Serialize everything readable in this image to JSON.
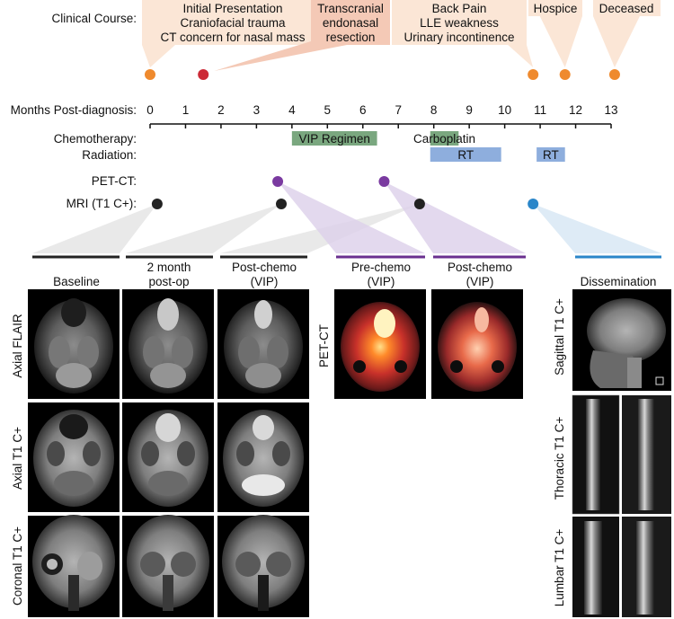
{
  "labels": {
    "clinical_course": "Clinical Course:",
    "months": "Months Post-diagnosis:",
    "chemotherapy": "Chemotherapy:",
    "radiation": "Radiation:",
    "petct": "PET-CT:",
    "mri": "MRI (T1 C+):"
  },
  "events": [
    {
      "lines": [
        "Initial Presentation",
        "Craniofacial trauma",
        "CT concern for nasal mass"
      ],
      "month": 0,
      "color": "#ef8a2e"
    },
    {
      "lines": [
        "Transcranial",
        "endonasal",
        "resection"
      ],
      "month": 1.5,
      "color": "#cc2a36"
    },
    {
      "lines": [
        "Back Pain",
        "LLE weakness",
        "Urinary incontinence"
      ],
      "month": 10.8,
      "color": "#ef8a2e"
    },
    {
      "lines": [
        "Hospice"
      ],
      "month": 11.7,
      "color": "#ef8a2e"
    },
    {
      "lines": [
        "Deceased"
      ],
      "month": 13.1,
      "color": "#ef8a2e"
    }
  ],
  "axis": {
    "ticks": [
      "0",
      "1",
      "2",
      "3",
      "4",
      "5",
      "6",
      "7",
      "8",
      "9",
      "10",
      "11",
      "12",
      "13"
    ],
    "min": 0,
    "max": 13
  },
  "chemo": [
    {
      "label": "VIP Regimen",
      "start": 4.0,
      "end": 6.4,
      "color": "#7aa77f"
    },
    {
      "label": "Carboplatin",
      "start": 7.9,
      "end": 8.7,
      "color": "#7aa77f"
    }
  ],
  "radiation": [
    {
      "label": "RT",
      "start": 7.9,
      "end": 9.9,
      "color": "#8eaedd"
    },
    {
      "label": "RT",
      "start": 10.9,
      "end": 11.7,
      "color": "#8eaedd"
    }
  ],
  "petct_scans": [
    {
      "month": 3.6,
      "color": "#7a3aa0"
    },
    {
      "month": 6.6,
      "color": "#7a3aa0"
    }
  ],
  "mri_scans": [
    {
      "month": 0.2,
      "color": "#222222"
    },
    {
      "month": 3.7,
      "color": "#222222"
    },
    {
      "month": 7.6,
      "color": "#222222"
    },
    {
      "month": 10.8,
      "color": "#2a86c9"
    }
  ],
  "columns": [
    {
      "lines": [
        "Baseline"
      ]
    },
    {
      "lines": [
        "2 month",
        "post-op"
      ]
    },
    {
      "lines": [
        "Post-chemo",
        "(VIP)"
      ]
    },
    {
      "lines": [
        "Pre-chemo",
        "(VIP)"
      ]
    },
    {
      "lines": [
        "Post-chemo",
        "(VIP)"
      ]
    },
    {
      "lines": [
        "Dissemination"
      ]
    }
  ],
  "row_labels": {
    "axial_flair": "Axial FLAIR",
    "axial_t1": "Axial T1 C+",
    "coronal_t1": "Coronal T1 C+",
    "petct": "PET-CT",
    "sagittal_t1": "Sagittal T1 C+",
    "thoracic_t1": "Thoracic T1 C+",
    "lumbar_t1": "Lumbar T1 C+"
  }
}
